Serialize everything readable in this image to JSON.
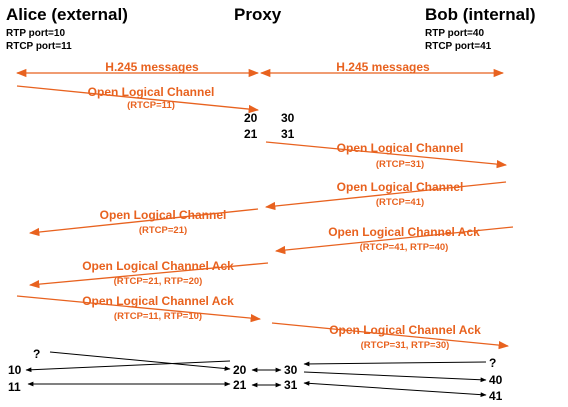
{
  "headers": {
    "alice": "Alice (external)",
    "proxy": "Proxy",
    "bob": "Bob (internal)"
  },
  "ports": {
    "alice_rtp": "RTP port=10",
    "alice_rtcp": "RTCP port=11",
    "bob_rtp": "RTP port=40",
    "bob_rtcp": "RTCP port=41"
  },
  "h245": {
    "left": "H.245 messages",
    "right": "H.245 messages"
  },
  "messages": [
    {
      "label": "Open Logical Channel",
      "sub": "(RTCP=11)"
    },
    {
      "label": "Open Logical Channel",
      "sub": "(RTCP=31)"
    },
    {
      "label": "Open Logical Channel",
      "sub": "(RTCP=41)"
    },
    {
      "label": "Open Logical Channel",
      "sub": "(RTCP=21)"
    },
    {
      "label": "Open Logical Channel Ack",
      "sub": "(RTCP=41, RTP=40)"
    },
    {
      "label": "Open Logical Channel Ack",
      "sub": "(RTCP=21, RTP=20)"
    },
    {
      "label": "Open Logical Channel Ack",
      "sub": "(RTCP=11, RTP=10)"
    },
    {
      "label": "Open Logical Channel Ack",
      "sub": "(RTCP=31, RTP=30)"
    }
  ],
  "proxy_ports": {
    "p20": "20",
    "p30": "30",
    "p21": "21",
    "p31": "31"
  },
  "media": {
    "alice_q": "?",
    "alice_10": "10",
    "alice_11": "11",
    "proxy_20": "20",
    "proxy_30": "30",
    "proxy_21": "21",
    "proxy_31": "31",
    "bob_q": "?",
    "bob_40": "40",
    "bob_41": "41"
  },
  "colors": {
    "accent": "#e8621f",
    "text": "#000000",
    "background": "#ffffff"
  }
}
